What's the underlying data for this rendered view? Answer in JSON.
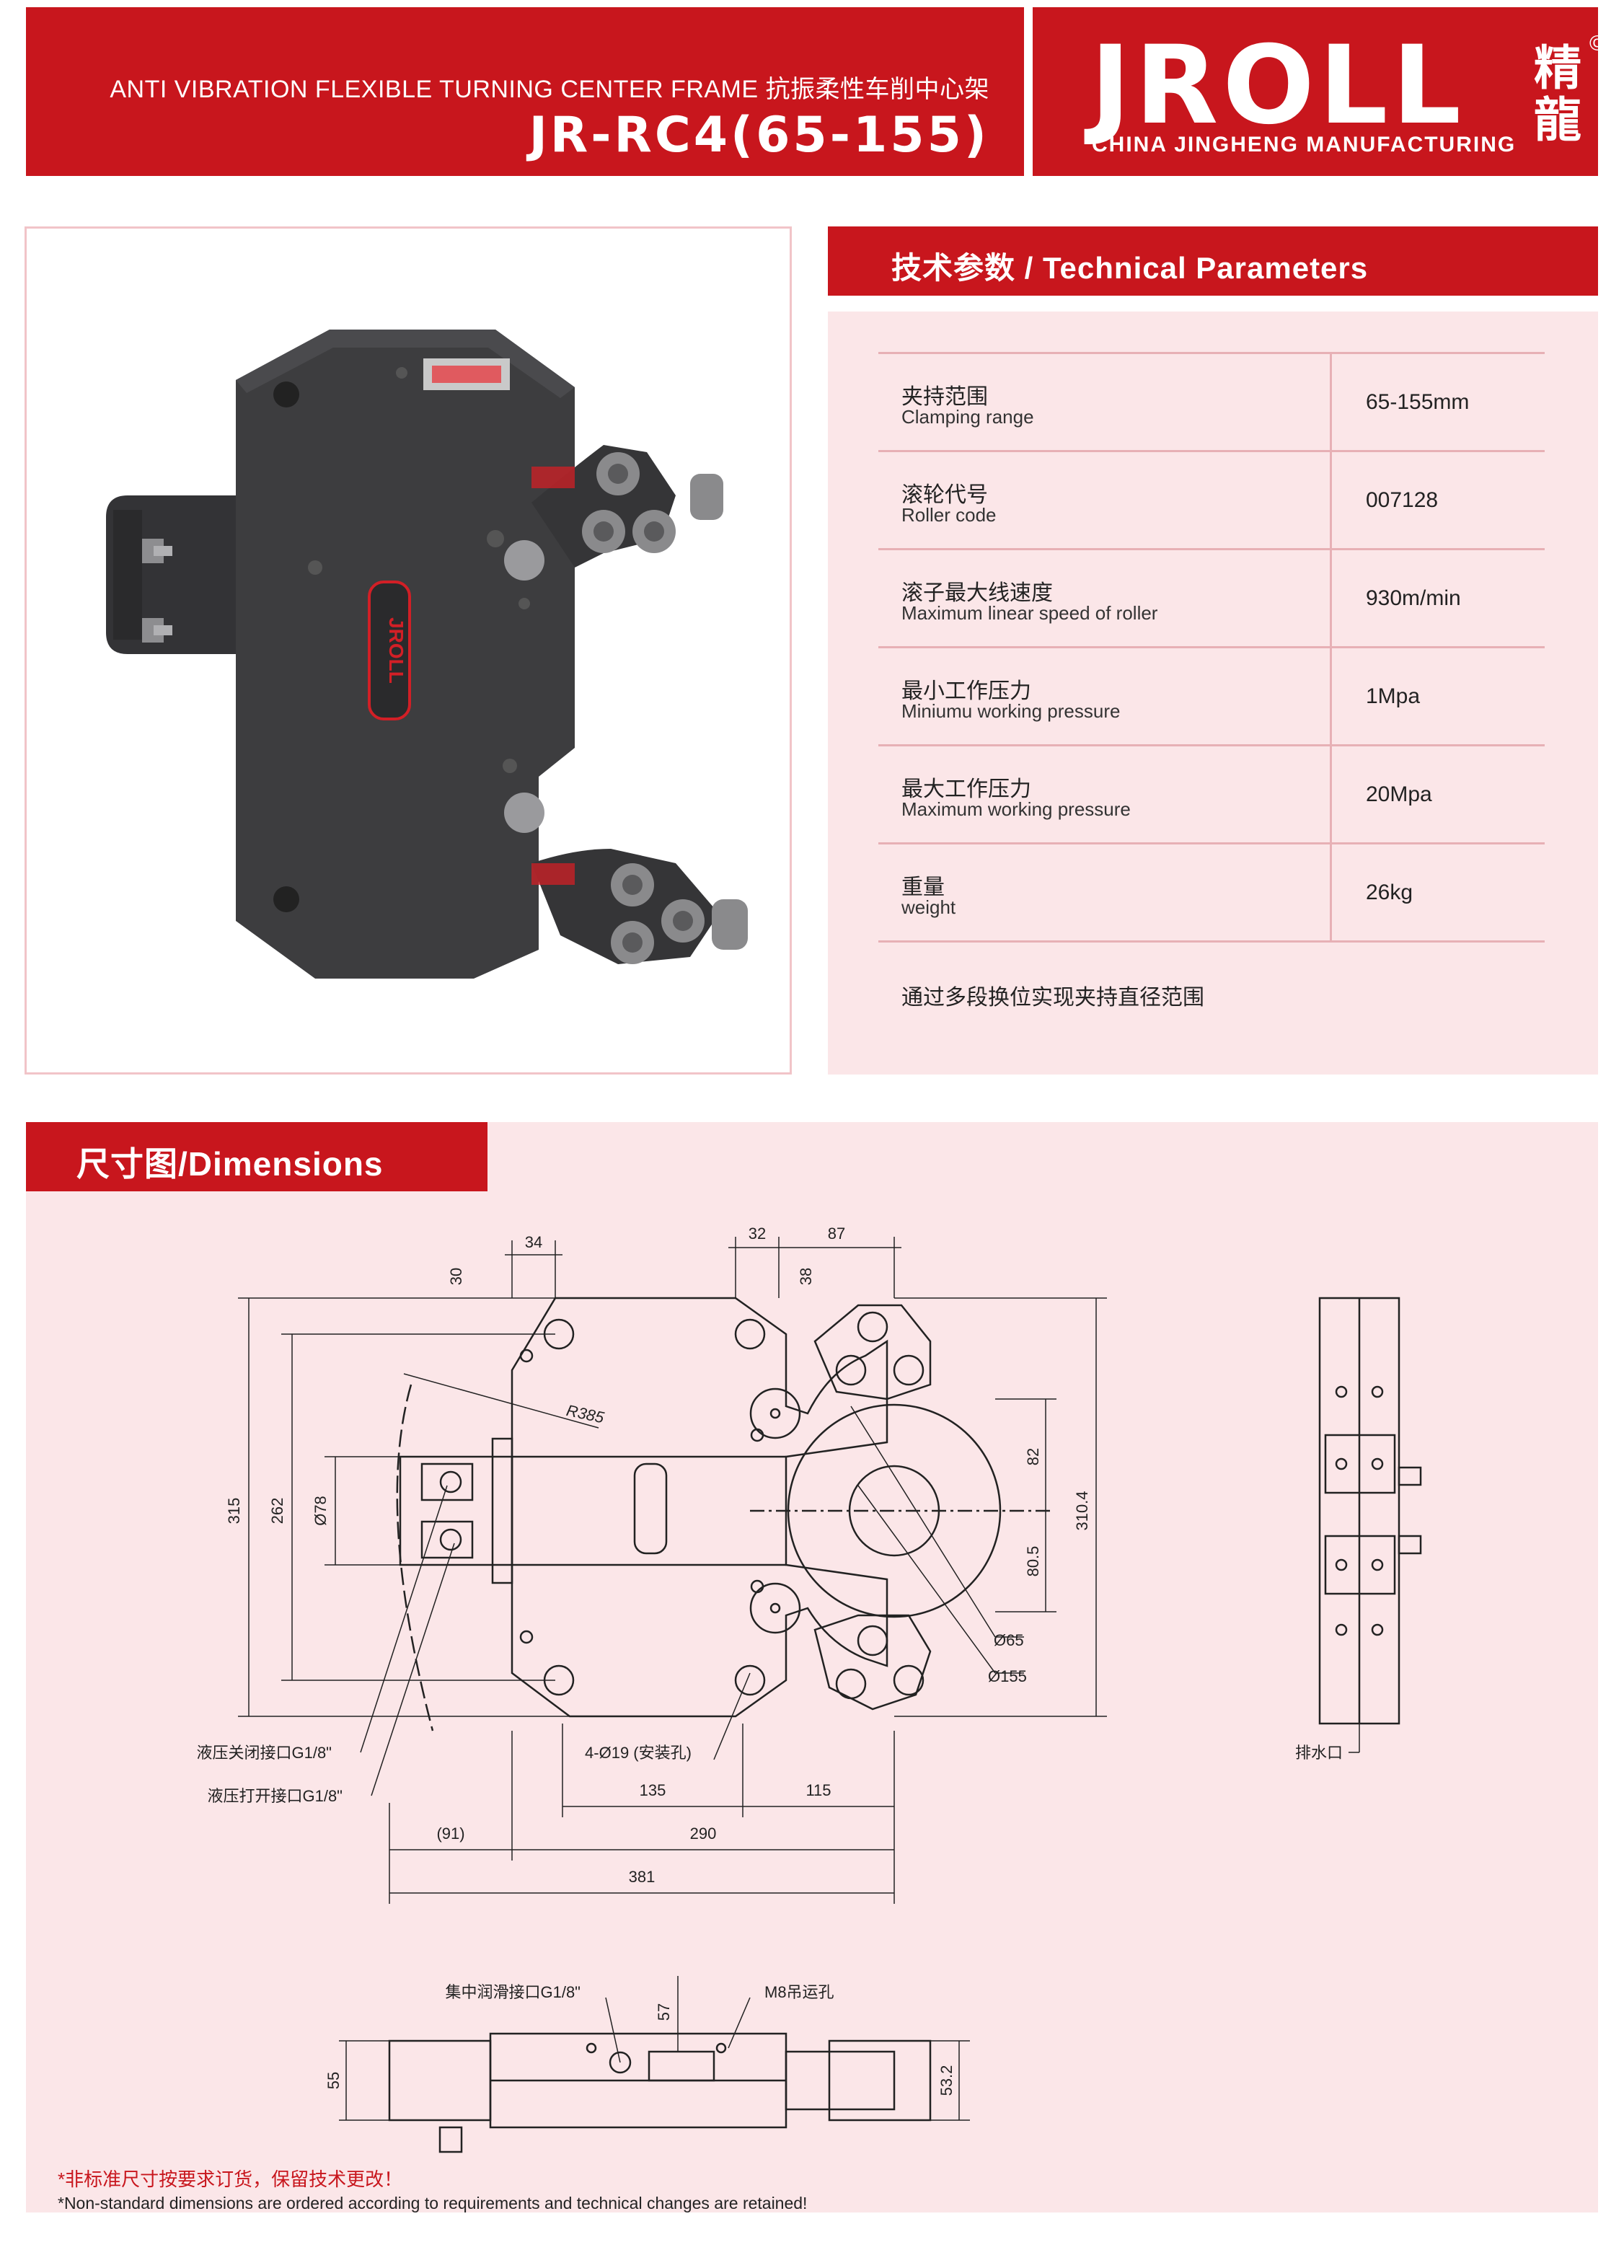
{
  "header": {
    "subtitle": "ANTI VIBRATION FLEXIBLE TURNING CENTER FRAME 抗振柔性车削中心架",
    "model": "JR-RC4(65-155)",
    "logo_text": "JROLL",
    "logo_cn": "精\n龍",
    "company": "CHINA JINGHENG MANUFACTURING",
    "copyright": "©"
  },
  "product_image": {
    "plate_logo": "JROLL",
    "colors": {
      "body": "#3d3d3f",
      "accent": "#d21f26",
      "roller": "#8a8a8c"
    }
  },
  "params": {
    "title": "技术参数 / Technical Parameters",
    "rows": [
      {
        "cn": "夹持范围",
        "en": "Clamping range",
        "value": "65-155mm"
      },
      {
        "cn": "滚轮代号",
        "en": "Roller code",
        "value": "007128"
      },
      {
        "cn": "滚子最大线速度",
        "en": "Maximum linear speed of roller",
        "value": "930m/min"
      },
      {
        "cn": "最小工作压力",
        "en": "Miniumu working pressure",
        "value": "1Mpa"
      },
      {
        "cn": "最大工作压力",
        "en": "Maximum working pressure",
        "value": "20Mpa"
      },
      {
        "cn": "重量",
        "en": "weight",
        "value": "26kg"
      }
    ],
    "note": "通过多段换位实现夹持直径范围"
  },
  "dimensions": {
    "title": "尺寸图/Dimensions",
    "labels": {
      "d34": "34",
      "d30": "30",
      "d32": "32",
      "d87": "87",
      "d38": "38",
      "r385": "R385",
      "d315": "315",
      "d262": "262",
      "d78": "Ø78",
      "d82": "82",
      "d310_4": "310.4",
      "d80_5": "80.5",
      "d65": "Ø65",
      "d155": "Ø155",
      "close_port": "液压关闭接口G1/8\"",
      "open_port": "液压打开接口G1/8\"",
      "mount_holes": "4-Ø19 (安装孔)",
      "d135": "135",
      "d115": "115",
      "d91": "(91)",
      "d290": "290",
      "d381": "381",
      "drain": "排水口",
      "lube_port": "集中润滑接口G1/8\"",
      "d57": "57",
      "lift_hole": "M8吊运孔",
      "d55": "55",
      "d53_2": "53.2"
    }
  },
  "footnotes": {
    "cn": "*非标准尺寸按要求订货，保留技术更改！",
    "en": "*Non-standard dimensions are ordered according to requirements and technical changes are retained!"
  }
}
